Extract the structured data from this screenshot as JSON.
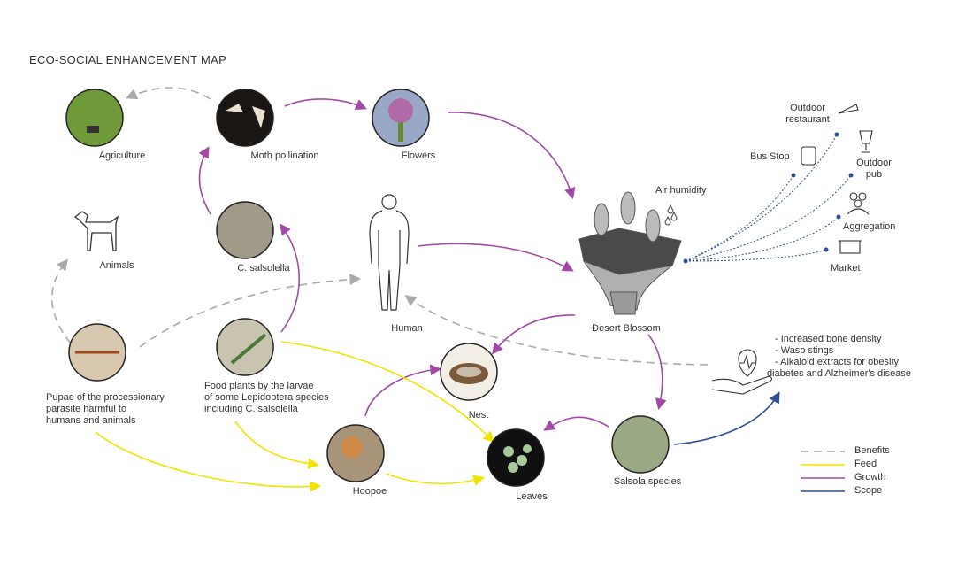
{
  "title": "ECO-SOCIAL ENHANCEMENT MAP",
  "nodes": {
    "agriculture": "Agriculture",
    "moth": "Moth pollination",
    "flowers": "Flowers",
    "animals": "Animals",
    "salsolella": "C. salsolella",
    "human": "Human",
    "desert_blossom": "Desert Blossom",
    "air_humidity": "Air humidity",
    "pupae": [
      "Pupae of the processionary",
      "parasite harmful to",
      "humans and animals"
    ],
    "food_plants": [
      "Food plants by the larvae",
      "of some Lepidoptera species",
      "including C. salsolella"
    ],
    "nest": "Nest",
    "hoopoe": "Hoopoe",
    "leaves": "Leaves",
    "salsola": "Salsola species"
  },
  "amenities": {
    "restaurant": [
      "Outdoor",
      "restaurant"
    ],
    "bus_stop": "Bus Stop",
    "pub": [
      "Outdoor",
      "pub"
    ],
    "aggregation": "Aggregation",
    "market": "Market"
  },
  "health": [
    "- Increased bone density",
    "- Wasp stings",
    "- Alkaloid extracts for obesity",
    "diabetes and  Alzheimer's disease"
  ],
  "legend": [
    {
      "label": "Benefits",
      "color": "#aaaaaa"
    },
    {
      "label": "Feed",
      "color": "#f0e400"
    },
    {
      "label": "Growth",
      "color": "#a04aa6"
    },
    {
      "label": "Scope",
      "color": "#2e4f98"
    }
  ]
}
